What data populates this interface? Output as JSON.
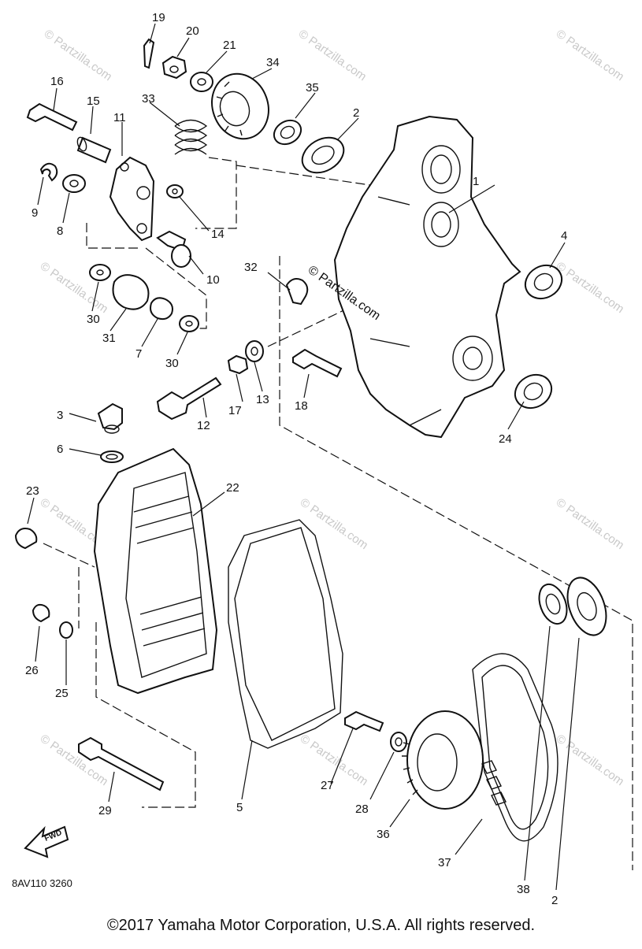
{
  "diagram_code": "8AV110 3260",
  "copyright": "©2017 Yamaha Motor Corporation, U.S.A. All rights reserved.",
  "watermark": "© Partzilla.com",
  "center_watermark": "© Partzilla.com",
  "fwd_label": "FWD",
  "callouts": [
    "1",
    "2",
    "2",
    "3",
    "4",
    "5",
    "6",
    "7",
    "8",
    "9",
    "10",
    "11",
    "12",
    "13",
    "14",
    "15",
    "16",
    "17",
    "18",
    "19",
    "20",
    "21",
    "22",
    "23",
    "24",
    "25",
    "26",
    "27",
    "28",
    "29",
    "30",
    "30",
    "31",
    "32",
    "33",
    "34",
    "35",
    "36",
    "37",
    "38"
  ]
}
